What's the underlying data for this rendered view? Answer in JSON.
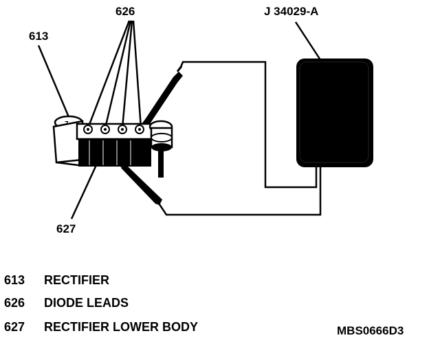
{
  "callouts": {
    "rectifier": "613",
    "diode_leads": "626",
    "lower_body": "627",
    "tester": "J 34029-A"
  },
  "legend": [
    {
      "number": "613",
      "label": "RECTIFIER"
    },
    {
      "number": "626",
      "label": "DIODE LEADS"
    },
    {
      "number": "627",
      "label": "RECTIFIER LOWER BODY"
    }
  ],
  "figure_code": "MBS0666D3",
  "colors": {
    "ink": "#000000",
    "paper": "#ffffff"
  }
}
